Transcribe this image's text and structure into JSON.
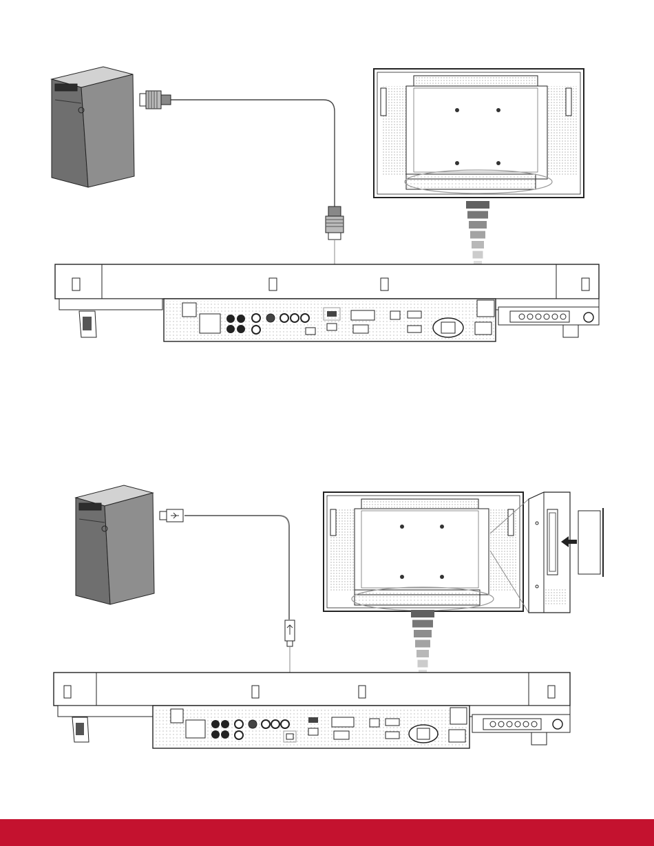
{
  "colors": {
    "background": "#ffffff",
    "line": "#222222",
    "pc_front": "#6f6f6f",
    "pc_side": "#8e8e8e",
    "pc_top": "#d2d2d2",
    "panel_fill": "#ffffff",
    "hatch": "#bdbdbd",
    "cable": "#444444",
    "usb_cable": "#777777",
    "arrow_gradient": [
      "#606060",
      "#777777",
      "#8d8d8d",
      "#a3a3a3",
      "#b8b8b8",
      "#cccccc",
      "#dddddd",
      "#ececec"
    ],
    "footer": "#c4122f"
  },
  "icons": {
    "pc": "desktop-tower-icon",
    "hdmi": "hdmi-connector-icon",
    "usb": "usb-connector-icon",
    "display": "display-rear-icon",
    "zoom_arrow": "gradient-down-arrow-icon",
    "slot_arrow": "insert-arrow-icon"
  },
  "diagram": {
    "sections": [
      {
        "id": "hdmi-connection",
        "connector": "hdmi"
      },
      {
        "id": "usb-connection",
        "connector": "usb"
      }
    ]
  }
}
